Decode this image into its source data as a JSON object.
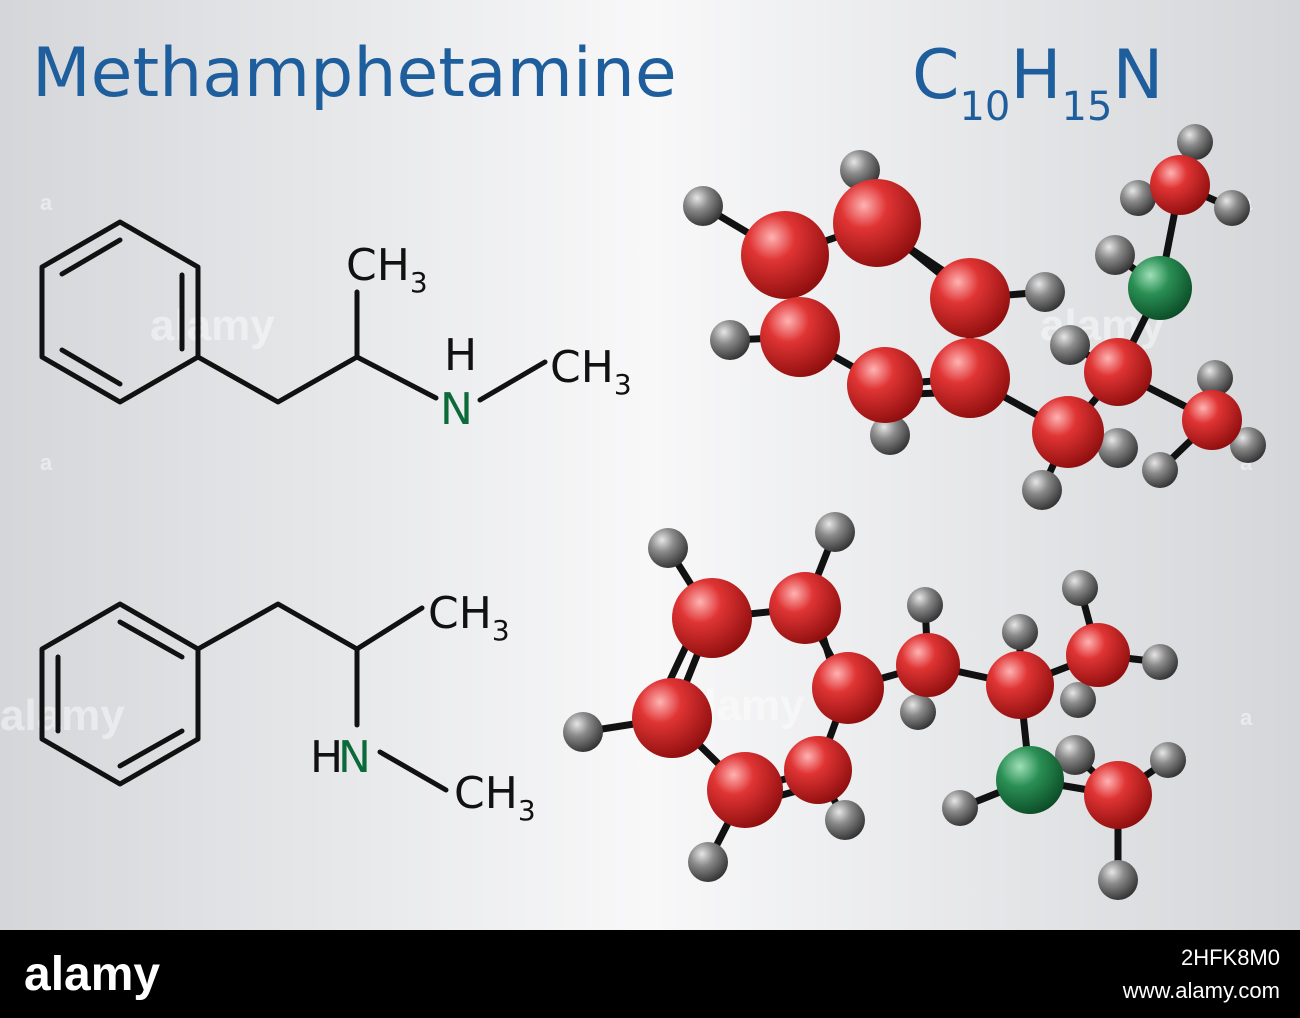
{
  "title": "Methamphetamine",
  "formula": {
    "c": "C",
    "c_count": "10",
    "h": "H",
    "h_count": "15",
    "n": "N"
  },
  "structures": {
    "top": {
      "ch3_upper": "CH",
      "ch3_upper_sub": "3",
      "nh_h": "H",
      "nh_n": "N",
      "ch3_right": "CH",
      "ch3_right_sub": "3"
    },
    "bottom": {
      "ch3_upper": "CH",
      "ch3_upper_sub": "3",
      "nh_h": "H",
      "nh_n": "N",
      "ch3_lower": "CH",
      "ch3_lower_sub": "3"
    }
  },
  "watermark": {
    "text": "alamy",
    "small": "a"
  },
  "footer": {
    "logo": "alamy",
    "image_id": "2HFK8M0",
    "url": "www.alamy.com"
  },
  "colors": {
    "title": "#1f5e9c",
    "nitrogen_label": "#0c6a3a",
    "carbon_atom": "#c81d1d",
    "hydrogen_atom": "#7a7a7a",
    "nitrogen_atom": "#1e7a45",
    "footer_bg": "#000000"
  }
}
